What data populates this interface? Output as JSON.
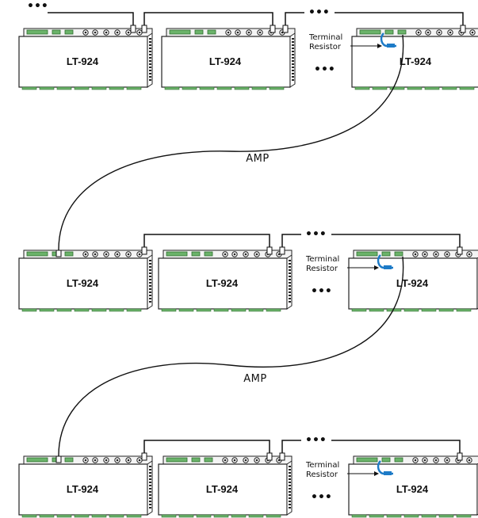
{
  "devices": [
    {
      "label": "LT-924"
    },
    {
      "label": "LT-924"
    },
    {
      "label": "LT-924"
    },
    {
      "label": "LT-924"
    },
    {
      "label": "LT-924"
    },
    {
      "label": "LT-924"
    },
    {
      "label": "LT-924"
    },
    {
      "label": "LT-924"
    },
    {
      "label": "LT-924"
    }
  ],
  "amp_labels": [
    "AMP",
    "AMP"
  ],
  "terminal_labels": [
    {
      "line1": "Terminal",
      "line2": "Resistor"
    },
    {
      "line1": "Terminal",
      "line2": "Resistor"
    },
    {
      "line1": "Terminal",
      "line2": "Resistor"
    }
  ],
  "ellipsis": "•••",
  "colors": {
    "terminal_block": "#6bb36a",
    "resistor": "#1d7bc7",
    "outline": "#222222"
  },
  "icons": [
    "device-icon",
    "cable-icon",
    "terminal-resistor-icon",
    "arrow-icon"
  ]
}
